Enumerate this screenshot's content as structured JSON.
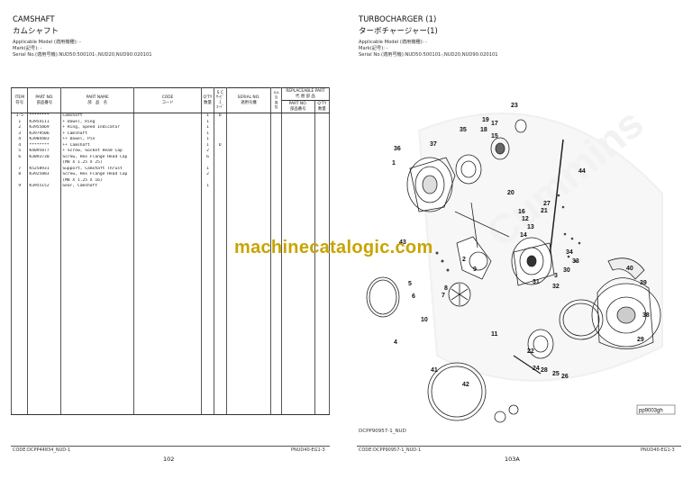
{
  "left": {
    "title_en": "CAMSHAFT",
    "title_jp": "カムシャフト",
    "applicable_model": "Applicable Model (適用機種): -",
    "mark": "Mark(記号): -",
    "serial": "Serial No.(適用号機):NUD50:500101-,NUD20,NUD90:020101",
    "headers": {
      "item": "ITEM\n符号",
      "part_no": "PART NO.\n部品番号",
      "part_name": "PART NAME\n部　品　名",
      "code": "CODE\nコード",
      "qty": "Q'TY\n数量",
      "sc": "S C\nｻｰﾋﾞｽ\nｺｰﾄﾞ",
      "serial_no": "SERIAL NO.\n適用号機",
      "ica": "ICA\n互\n換\n性",
      "replaceable": "REPLACEABLE PART\n代 替 部 品",
      "rep_part_no": "PART NO.\n部品番号",
      "rep_qty": "Q'TY\n数量"
    },
    "rows": [
      {
        "item": "1-5",
        "part_no": "********",
        "part_name": "Camshaft",
        "qty": "1",
        "sc": "D"
      },
      {
        "item": "1",
        "part_no": "K3954111",
        "part_name": "+ Dowel, Ring",
        "qty": "1",
        "sc": ""
      },
      {
        "item": "2",
        "part_no": "K3955069",
        "part_name": "+ Ring, Speed Indicator",
        "qty": "1",
        "sc": ""
      },
      {
        "item": "3",
        "part_no": "K3979506",
        "part_name": "+ Camshaft",
        "qty": "1",
        "sc": ""
      },
      {
        "item": "4",
        "part_no": "K3904483",
        "part_name": "++ Dowel, Pin",
        "qty": "1",
        "sc": ""
      },
      {
        "item": "4",
        "part_no": "********",
        "part_name": "++ Camshaft",
        "qty": "1",
        "sc": "D"
      },
      {
        "item": "5",
        "part_no": "K4095877",
        "part_name": "+ Screw, Socket Head Cap",
        "qty": "2",
        "sc": ""
      },
      {
        "item": "6",
        "part_no": "K3093730",
        "part_name": "Screw, Hex Flange Head Cap",
        "qty": "6",
        "sc": ""
      },
      {
        "item": "",
        "part_no": "",
        "part_name": "(M8 X 1.25 X 25)",
        "qty": "",
        "sc": ""
      },
      {
        "item": "7",
        "part_no": "K5258931",
        "part_name": "Support, Camshaft Thrust",
        "qty": "1",
        "sc": ""
      },
      {
        "item": "8",
        "part_no": "K3925883",
        "part_name": "Screw, Hex Flange Head Cap",
        "qty": "2",
        "sc": ""
      },
      {
        "item": "",
        "part_no": "",
        "part_name": "(M8 X 1.25 X 16)",
        "qty": "",
        "sc": ""
      },
      {
        "item": "9",
        "part_no": "K3955152",
        "part_name": "Gear, Camshaft",
        "qty": "1",
        "sc": ""
      }
    ],
    "code_footer": "CODE:DCPP44834_NUD-1",
    "page_number": "102",
    "doc_ref": "PNUD40-EG1-3"
  },
  "right": {
    "title_en": "TURBOCHARGER (1)",
    "title_jp": "ターボチャージャー(1)",
    "applicable_model": "Applicable Model (適用機種): -",
    "mark": "Mark(記号): -",
    "serial": "Serial No.(適用号機):NUD50:500101-,NUD20,NUD90:020101",
    "diagram_caption": "DCPP90957-1_NUD",
    "diagram_tag": "pp9003gh",
    "watermark_bg": "Cummins",
    "code_footer": "CODE:DCPP90957-1_NUD-1",
    "page_number": "103A",
    "doc_ref": "PNUD40-EG1-3",
    "callouts": [
      "23",
      "19",
      "17",
      "35",
      "18",
      "15",
      "37",
      "36",
      "1",
      "44",
      "20",
      "27",
      "21",
      "16",
      "12",
      "13",
      "14",
      "43",
      "33",
      "30",
      "2",
      "9",
      "34",
      "3",
      "40",
      "39",
      "5",
      "8",
      "7",
      "6",
      "31",
      "32",
      "10",
      "4",
      "38",
      "29",
      "11",
      "22",
      "24",
      "28",
      "25",
      "26",
      "42",
      "41"
    ]
  },
  "watermark": "machinecatalogic.com",
  "colors": {
    "watermark": "#c8a400",
    "ink": "#222222",
    "faint_logo": "#eeeeee"
  }
}
